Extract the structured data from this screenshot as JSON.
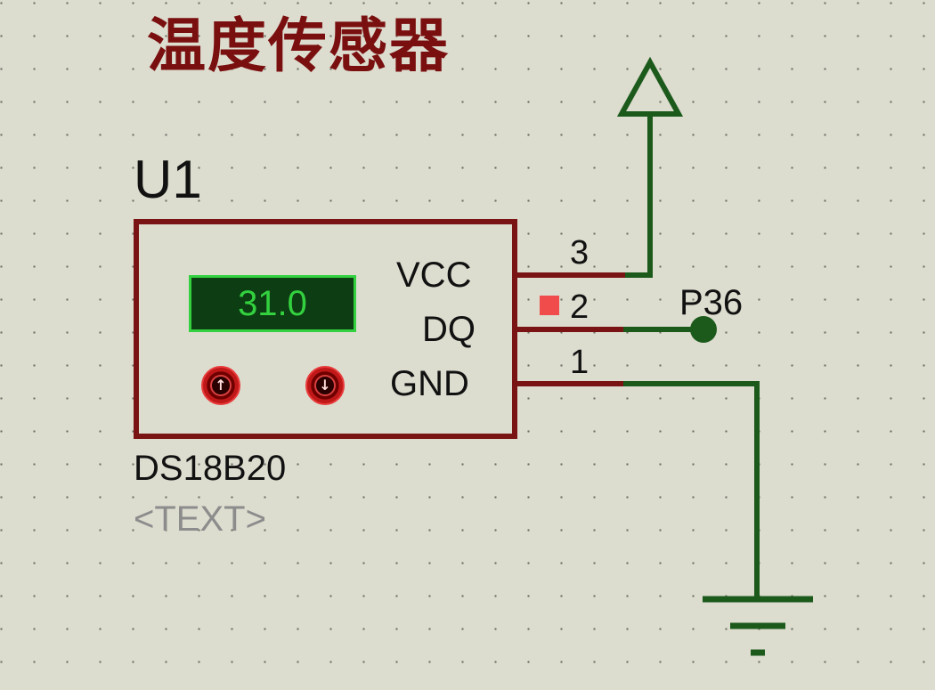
{
  "title": "温度传感器",
  "component": {
    "ref": "U1",
    "value": "DS18B20",
    "text_placeholder": "<TEXT>",
    "display_value": "31.0",
    "pins": [
      {
        "name": "VCC",
        "number": "3"
      },
      {
        "name": "DQ",
        "number": "2"
      },
      {
        "name": "GND",
        "number": "1"
      }
    ]
  },
  "net_label": "P36",
  "icons": {
    "up_button": "up-arrow-icon",
    "down_button": "down-arrow-icon",
    "power": "power-terminal-icon",
    "ground": "ground-terminal-icon"
  },
  "colors": {
    "background": "#dcdccf",
    "wire": "#1c5a1c",
    "body_border": "#7a1414",
    "title": "#7a0f0f",
    "lcd_bg": "#0d3d12",
    "lcd_fg": "#33d13f"
  }
}
